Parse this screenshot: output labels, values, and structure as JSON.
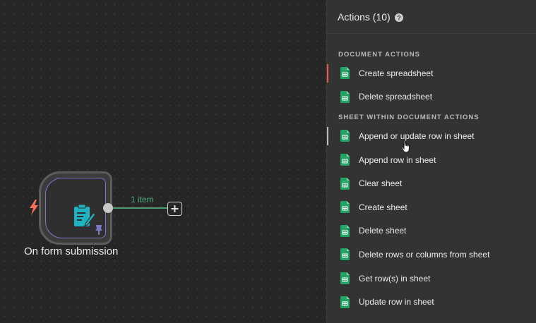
{
  "canvas": {
    "node": {
      "label": "On form submission",
      "icon": "form-document-icon"
    },
    "connection": {
      "item_count_label": "1 item"
    }
  },
  "panel": {
    "title": "Actions (10)",
    "sections": [
      {
        "heading": "DOCUMENT ACTIONS",
        "items": [
          {
            "label": "Create spreadsheet"
          },
          {
            "label": "Delete spreadsheet"
          }
        ]
      },
      {
        "heading": "SHEET WITHIN DOCUMENT ACTIONS",
        "items": [
          {
            "label": "Append or update row in sheet"
          },
          {
            "label": "Append row in sheet"
          },
          {
            "label": "Clear sheet"
          },
          {
            "label": "Create sheet"
          },
          {
            "label": "Delete sheet"
          },
          {
            "label": "Delete rows or columns from sheet"
          },
          {
            "label": "Get row(s) in sheet"
          },
          {
            "label": "Update row in sheet"
          }
        ]
      }
    ]
  },
  "colors": {
    "accent_active": "#e8604c",
    "sheets_green": "#21a464",
    "connection_green": "#4fae82",
    "node_border_purple": "#7c78c8"
  }
}
